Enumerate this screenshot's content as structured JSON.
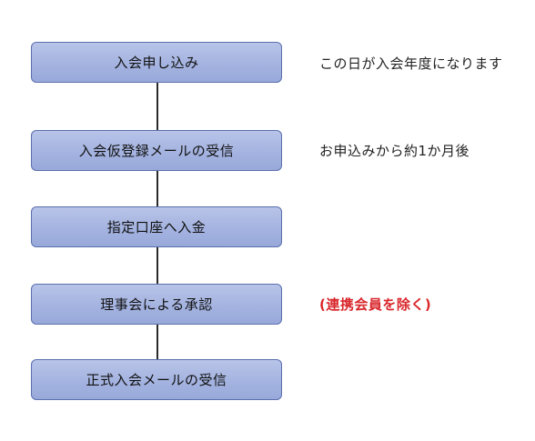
{
  "steps": [
    {
      "label": "入会申し込み"
    },
    {
      "label": "入会仮登録メールの受信"
    },
    {
      "label": "指定口座へ入金"
    },
    {
      "label": "理事会による承認"
    },
    {
      "label": "正式入会メールの受信"
    }
  ],
  "notes": {
    "fiscal_year": "この日が入会年度になります",
    "timing": "お申込みから約1か月後",
    "exception": "(連携会員を除く)"
  },
  "colors": {
    "box_fill": "#a4b3e0",
    "box_border": "#5a6fae",
    "note_highlight": "#d9262b"
  }
}
